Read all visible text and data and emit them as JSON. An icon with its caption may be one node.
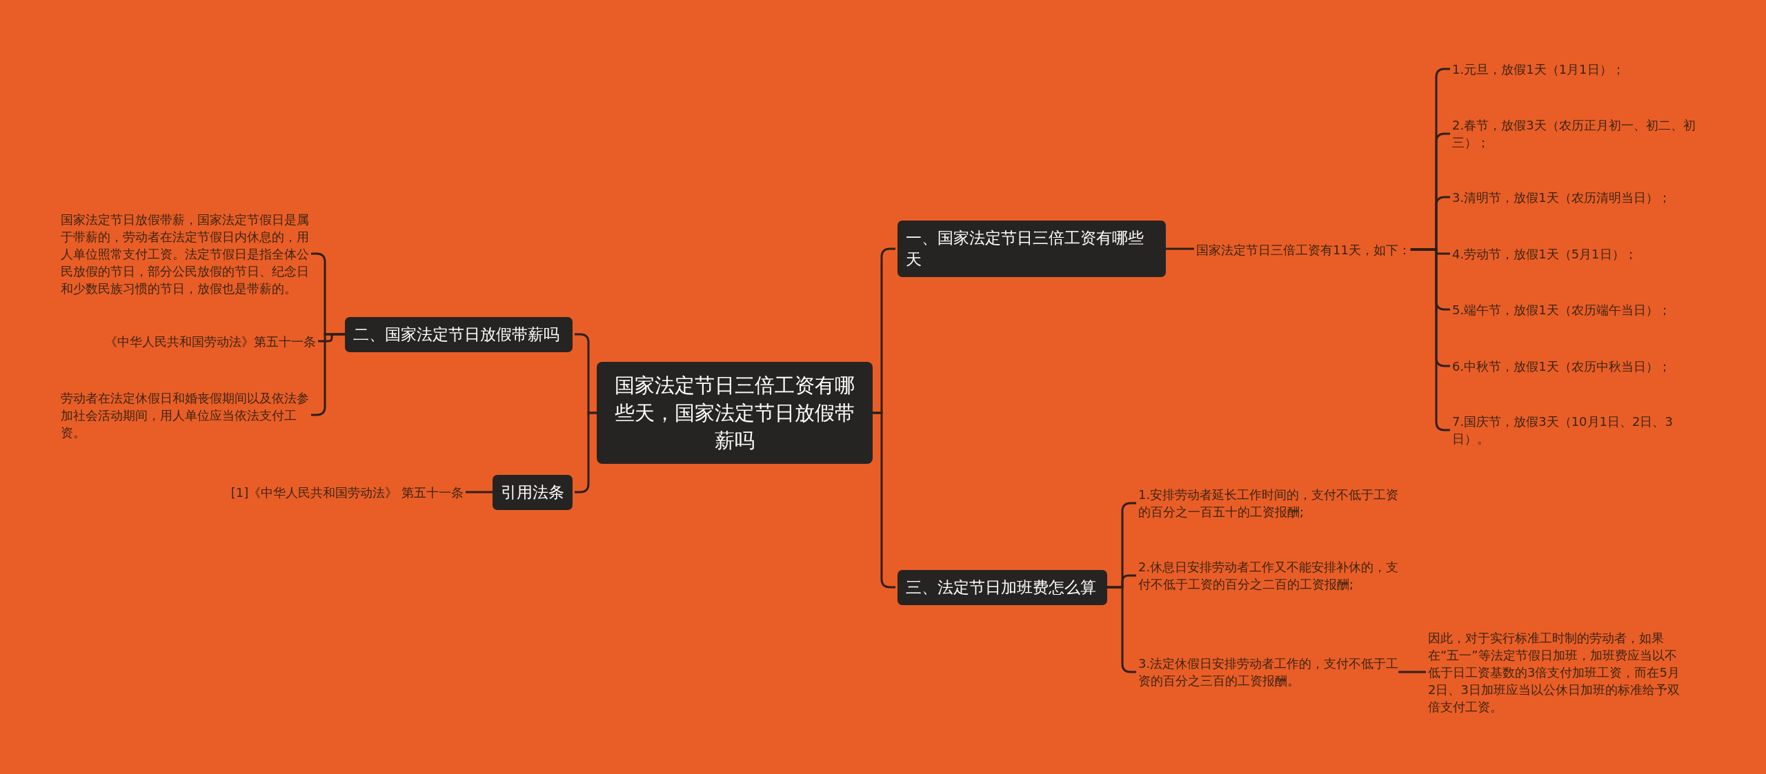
{
  "diagram": {
    "nodes": [
      {
        "text": [
          "国家法定节日三倍工资有哪些天，国家法定节日放假带薪吗"
        ]
      },
      {
        "text": [
          "一、国家法定节日三倍工资有哪些天"
        ]
      },
      {
        "text": [
          "国家法定节日三倍工资有11天，如下："
        ]
      },
      {
        "text": [
          "1.元旦，放假1天（1月1日）；"
        ]
      },
      {
        "text": [
          "2.春节，放假3天（农历正月初一、初二、初三）；"
        ]
      },
      {
        "text": [
          "3.清明节，放假1天（农历清明当日）；"
        ]
      },
      {
        "text": [
          "4.劳动节，放假1天（5月1日）；"
        ]
      },
      {
        "text": [
          "5.端午节，放假1天（农历端午当日）；"
        ]
      },
      {
        "text": [
          "6.中秋节，放假1天（农历中秋当日）；"
        ]
      },
      {
        "text": [
          "7.国庆节，放假3天（10月1日、2日、3日）。"
        ]
      },
      {
        "text": [
          "二、国家法定节日放假带薪吗"
        ]
      },
      {
        "text": [
          "国家法定节日放假带薪，国家法定节假日是属于带薪的，劳动者在法定节假日内休息的，用人单位照常支付工资。法定节假日是指全体公民放假的节日，部分公民放假的节日、纪念日和少数民族习惯的节日，放假也是带薪的。"
        ]
      },
      {
        "text": [
          "《中华人民共和国劳动法》第五十一条"
        ]
      },
      {
        "text": [
          "劳动者在法定休假日和婚丧假期间以及依法参加社会活动期间，用人单位应当依法支付工资。"
        ]
      },
      {
        "text": [
          "引用法条"
        ]
      },
      {
        "text": [
          "[1]《中华人民共和国劳动法》 第五十一条"
        ]
      },
      {
        "text": [
          "三、法定节日加班费怎么算"
        ]
      },
      {
        "text": [
          "1.安排劳动者延长工作时间的，支付不低于工资的百分之一百五十的工资报酬;"
        ]
      },
      {
        "text": [
          "2.休息日安排劳动者工作又不能安排补休的，支付不低于工资的百分之二百的工资报酬;"
        ]
      },
      {
        "text": [
          "3.法定休假日安排劳动者工作的，支付不低于工资的百分之三百的工资报酬。"
        ]
      },
      {
        "text": [
          "因此，对于实行标准工时制的劳动者，如果在“五一”等法定节假日加班，加班费应当以不低于日工资基数的3倍支付加班工资，而在5月2日、3日加班应当以公休日加班的标准给予双倍支付工资。"
        ]
      }
    ],
    "edges": [
      {
        "from": 0,
        "to": 1,
        "arrow": "none"
      },
      {
        "from": 1,
        "to": 2,
        "arrow": "none"
      },
      {
        "from": 2,
        "to": 3,
        "arrow": "none"
      },
      {
        "from": 2,
        "to": 4,
        "arrow": "none"
      },
      {
        "from": 2,
        "to": 5,
        "arrow": "none"
      },
      {
        "from": 2,
        "to": 6,
        "arrow": "none"
      },
      {
        "from": 2,
        "to": 7,
        "arrow": "none"
      },
      {
        "from": 2,
        "to": 8,
        "arrow": "none"
      },
      {
        "from": 2,
        "to": 9,
        "arrow": "none"
      },
      {
        "from": 0,
        "to": 10,
        "arrow": "none"
      },
      {
        "from": 10,
        "to": 11,
        "arrow": "none"
      },
      {
        "from": 10,
        "to": 12,
        "arrow": "none"
      },
      {
        "from": 10,
        "to": 13,
        "arrow": "none"
      },
      {
        "from": 0,
        "to": 14,
        "arrow": "none"
      },
      {
        "from": 14,
        "to": 15,
        "arrow": "none"
      },
      {
        "from": 0,
        "to": 16,
        "arrow": "none"
      },
      {
        "from": 16,
        "to": 17,
        "arrow": "none"
      },
      {
        "from": 16,
        "to": 18,
        "arrow": "none"
      },
      {
        "from": 16,
        "to": 19,
        "arrow": "none"
      },
      {
        "from": 19,
        "to": 20,
        "arrow": "none"
      }
    ]
  }
}
